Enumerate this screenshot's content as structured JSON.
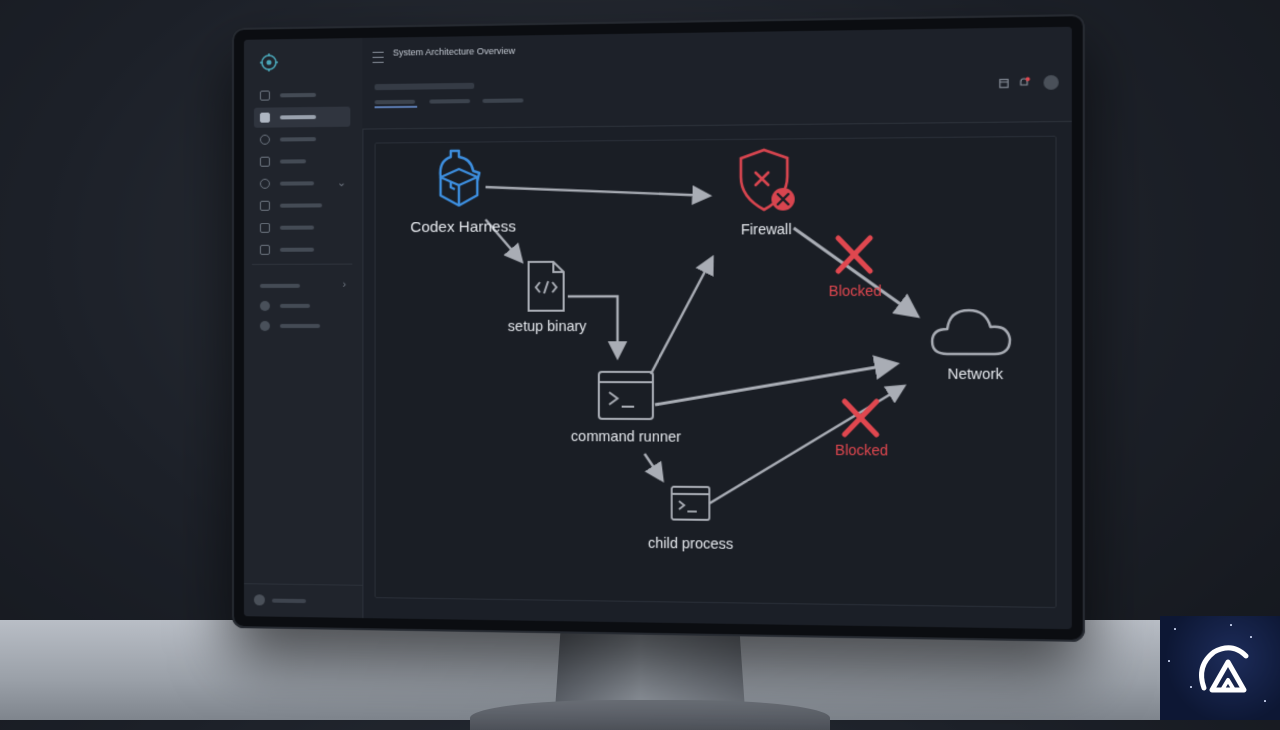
{
  "app": {
    "title": "System Architecture Overview"
  },
  "diagram": {
    "nodes": {
      "harness": {
        "label": "Codex Harness",
        "icon": "gear-box-icon",
        "color": "#3d8fe0"
      },
      "firewall": {
        "label": "Firewall",
        "icon": "shield-x-icon",
        "color": "#d8454f"
      },
      "setup": {
        "label": "setup binary",
        "icon": "code-file-icon"
      },
      "runner": {
        "label": "command runner",
        "icon": "terminal-icon"
      },
      "child": {
        "label": "child process",
        "icon": "terminal-icon"
      },
      "network": {
        "label": "Network",
        "icon": "cloud-icon"
      }
    },
    "blocked_top": "Blocked",
    "blocked_bottom": "Blocked",
    "colors": {
      "arrow": "#a9adb5",
      "blocked": "#e0474f",
      "text": "#e4e7ec"
    }
  }
}
